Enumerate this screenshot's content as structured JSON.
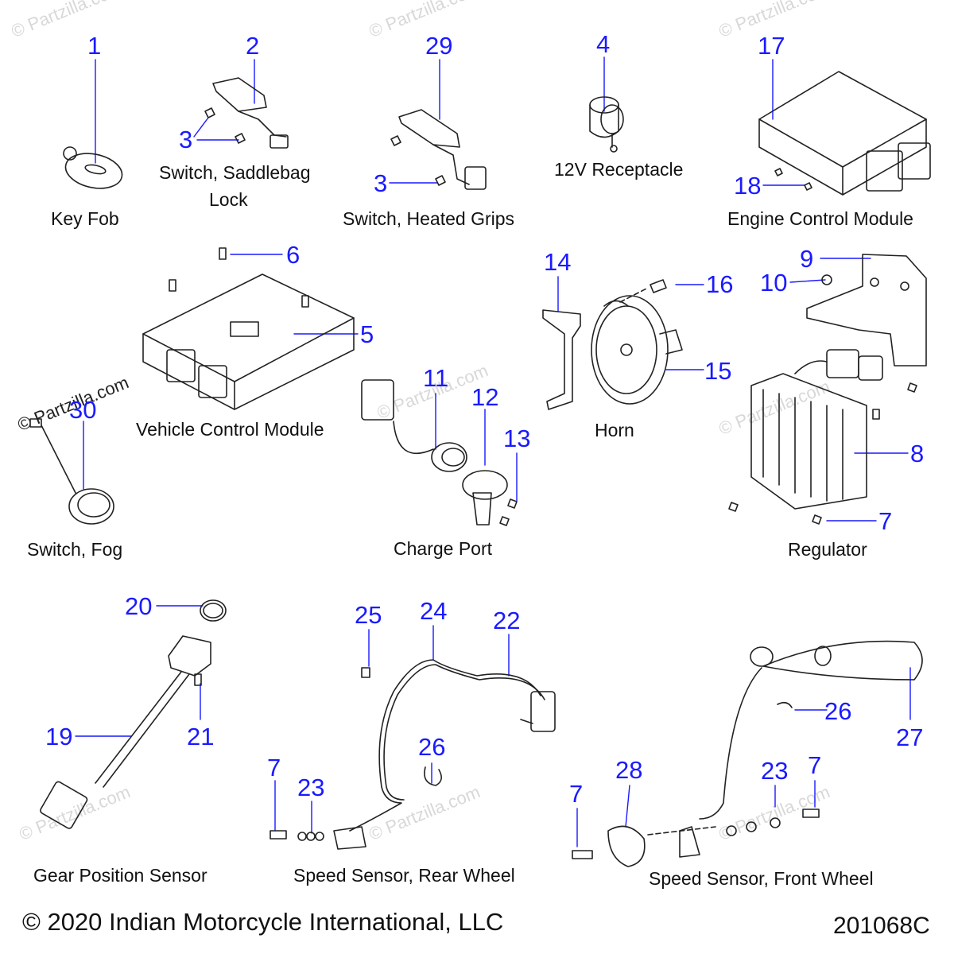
{
  "captions": {
    "key_fob": "Key Fob",
    "saddlebag_lock_line1": "Switch, Saddlebag",
    "saddlebag_lock_line2": "Lock",
    "heated_grips": "Switch, Heated Grips",
    "receptacle": "12V Receptacle",
    "ecm": "Engine Control Module",
    "vcm": "Vehicle Control Module",
    "horn": "Horn",
    "charge_port": "Charge Port",
    "fog_switch": "Switch, Fog",
    "regulator": "Regulator",
    "gear_sensor": "Gear Position Sensor",
    "rear_speed_sensor": "Speed Sensor, Rear Wheel",
    "front_speed_sensor": "Speed Sensor, Front Wheel"
  },
  "callouts": {
    "n1": "1",
    "n2": "2",
    "n3a": "3",
    "n29": "29",
    "n3b": "3",
    "n4": "4",
    "n17": "17",
    "n18": "18",
    "n6": "6",
    "n5": "5",
    "n14": "14",
    "n16": "16",
    "n15": "15",
    "n9": "9",
    "n10": "10",
    "n8": "8",
    "n7a": "7",
    "n11": "11",
    "n12": "12",
    "n13": "13",
    "n30": "30",
    "n20": "20",
    "n19": "19",
    "n21": "21",
    "n25": "25",
    "n24": "24",
    "n22": "22",
    "n26a": "26",
    "n7b": "7",
    "n23a": "23",
    "n26b": "26",
    "n27": "27",
    "n28": "28",
    "n23b": "23",
    "n7c": "7",
    "n7d": "7"
  },
  "footer": {
    "copyright": "© 2020 Indian Motorcycle International, LLC",
    "diagram_code": "201068C"
  },
  "watermark": {
    "text": "© Partzilla.com"
  },
  "colors": {
    "callout": "#1a1aff",
    "line_art": "#222222",
    "watermark": "#d8d8d8"
  }
}
